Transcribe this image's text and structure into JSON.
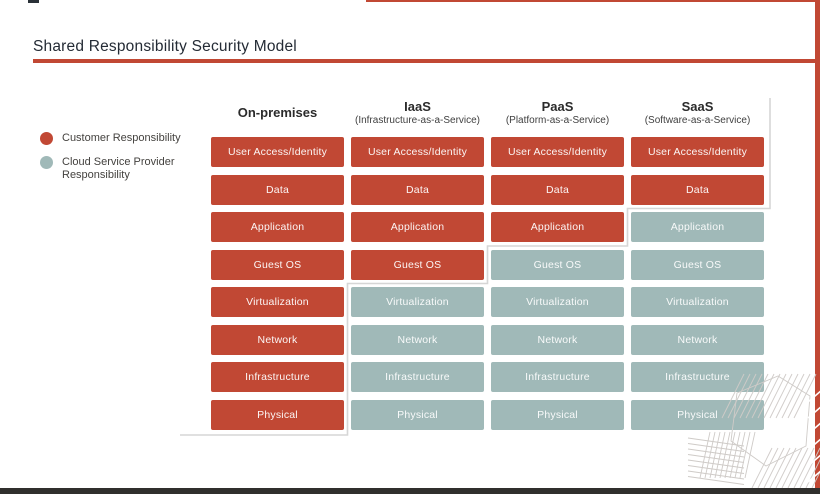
{
  "page": {
    "title": "Shared Responsibility Security Model"
  },
  "legend": {
    "items": [
      {
        "id": "customer",
        "label": "Customer Responsibility"
      },
      {
        "id": "provider",
        "label": "Cloud Service Provider Responsibility"
      }
    ]
  },
  "matrix": {
    "row_labels": [
      "User Access/Identity",
      "Data",
      "Application",
      "Guest OS",
      "Virtualization",
      "Network",
      "Infrastructure",
      "Physical"
    ],
    "columns": [
      {
        "name": "On-premises",
        "subtitle": "",
        "cells": [
          {
            "label": "User Access/Identity",
            "owner": "customer"
          },
          {
            "label": "Data",
            "owner": "customer"
          },
          {
            "label": "Application",
            "owner": "customer"
          },
          {
            "label": "Guest OS",
            "owner": "customer"
          },
          {
            "label": "Virtualization",
            "owner": "customer"
          },
          {
            "label": "Network",
            "owner": "customer"
          },
          {
            "label": "Infrastructure",
            "owner": "customer"
          },
          {
            "label": "Physical",
            "owner": "customer"
          }
        ]
      },
      {
        "name": "IaaS",
        "subtitle": "(Infrastructure-as-a-Service)",
        "cells": [
          {
            "label": "User Access/Identity",
            "owner": "customer"
          },
          {
            "label": "Data",
            "owner": "customer"
          },
          {
            "label": "Application",
            "owner": "customer"
          },
          {
            "label": "Guest OS",
            "owner": "customer"
          },
          {
            "label": "Virtualization",
            "owner": "provider"
          },
          {
            "label": "Network",
            "owner": "provider"
          },
          {
            "label": "Infrastructure",
            "owner": "provider"
          },
          {
            "label": "Physical",
            "owner": "provider"
          }
        ]
      },
      {
        "name": "PaaS",
        "subtitle": "(Platform-as-a-Service)",
        "cells": [
          {
            "label": "User Access/Identity",
            "owner": "customer"
          },
          {
            "label": "Data",
            "owner": "customer"
          },
          {
            "label": "Application",
            "owner": "customer"
          },
          {
            "label": "Guest OS",
            "owner": "provider"
          },
          {
            "label": "Virtualization",
            "owner": "provider"
          },
          {
            "label": "Network",
            "owner": "provider"
          },
          {
            "label": "Infrastructure",
            "owner": "provider"
          },
          {
            "label": "Physical",
            "owner": "provider"
          }
        ]
      },
      {
        "name": "SaaS",
        "subtitle": "(Software-as-a-Service)",
        "cells": [
          {
            "label": "User Access/Identity",
            "owner": "customer"
          },
          {
            "label": "Data",
            "owner": "customer"
          },
          {
            "label": "Application",
            "owner": "provider"
          },
          {
            "label": "Guest OS",
            "owner": "provider"
          },
          {
            "label": "Virtualization",
            "owner": "provider"
          },
          {
            "label": "Network",
            "owner": "provider"
          },
          {
            "label": "Infrastructure",
            "owner": "provider"
          },
          {
            "label": "Physical",
            "owner": "provider"
          }
        ]
      }
    ]
  },
  "colors": {
    "customer": "#C14834",
    "provider": "#A0B9B8",
    "accent_rule": "#C14834",
    "boundary_line": "#D6D6D6",
    "title_text": "#242B35",
    "bottom_bar": "#302F2D"
  }
}
